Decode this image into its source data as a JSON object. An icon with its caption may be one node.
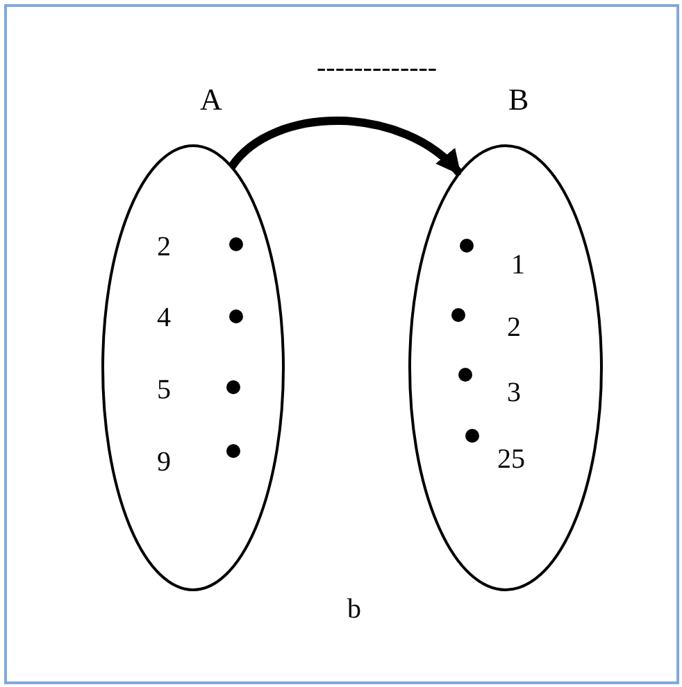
{
  "diagram": {
    "nodes": [
      {
        "text": [
          "A"
        ]
      },
      {
        "text": [
          "B"
        ]
      }
    ],
    "edges": [
      {
        "from": 0,
        "to": 1,
        "arrow": "to"
      }
    ],
    "labels": [
      "-------------",
      "2",
      "1",
      "4",
      "2",
      "5",
      "3",
      "9",
      "25",
      "b"
    ]
  }
}
